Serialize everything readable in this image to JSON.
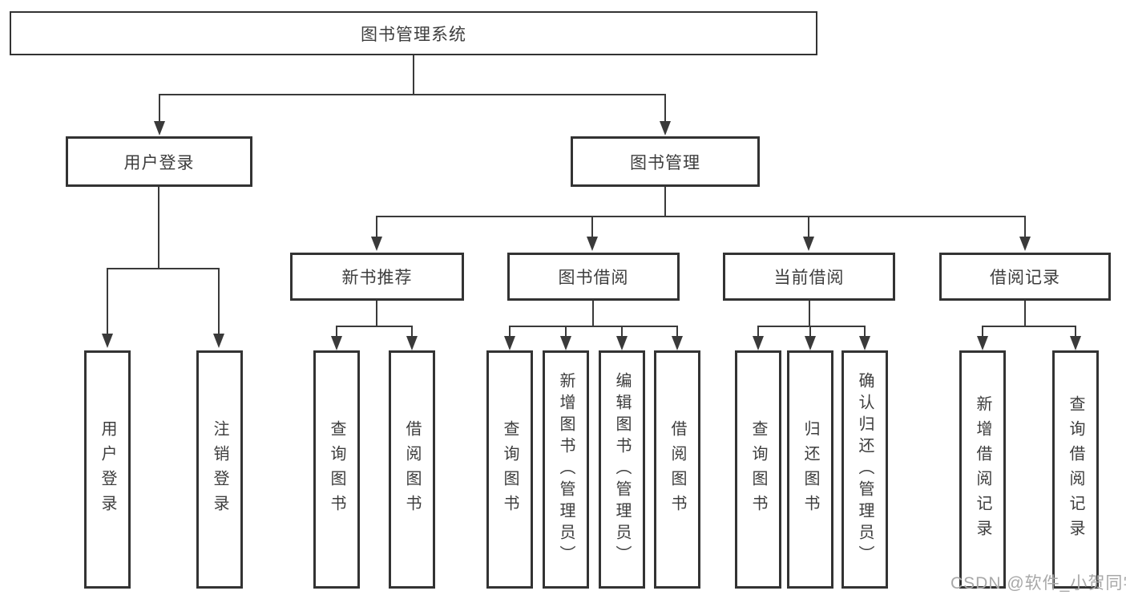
{
  "diagram": {
    "title": "图书管理系统",
    "type": "hierarchy-tree"
  },
  "colors": {
    "line": "#3a3a3a",
    "box_border": "#333333",
    "text": "#3d3d3d",
    "background": "#ffffff",
    "watermark": "#a8a8a8"
  },
  "root": {
    "label": "图书管理系统"
  },
  "level2": [
    {
      "label": "用户登录"
    },
    {
      "label": "图书管理"
    }
  ],
  "level3": [
    {
      "label": "新书推荐"
    },
    {
      "label": "图书借阅"
    },
    {
      "label": "当前借阅"
    },
    {
      "label": "借阅记录"
    }
  ],
  "leaves": {
    "user_login": [
      "用户登录",
      "注销登录"
    ],
    "new_books": [
      "查询图书",
      "借阅图书"
    ],
    "book_borrow": [
      "查询图书",
      "新增图书（管理员）",
      "编辑图书（管理员）",
      "借阅图书"
    ],
    "current_borrow": [
      "查询图书",
      "归还图书",
      "确认归还（管理员）"
    ],
    "borrow_records": [
      "新增借阅记录",
      "查询借阅记录"
    ]
  },
  "watermark": "CSDN @软件_小贺同学"
}
